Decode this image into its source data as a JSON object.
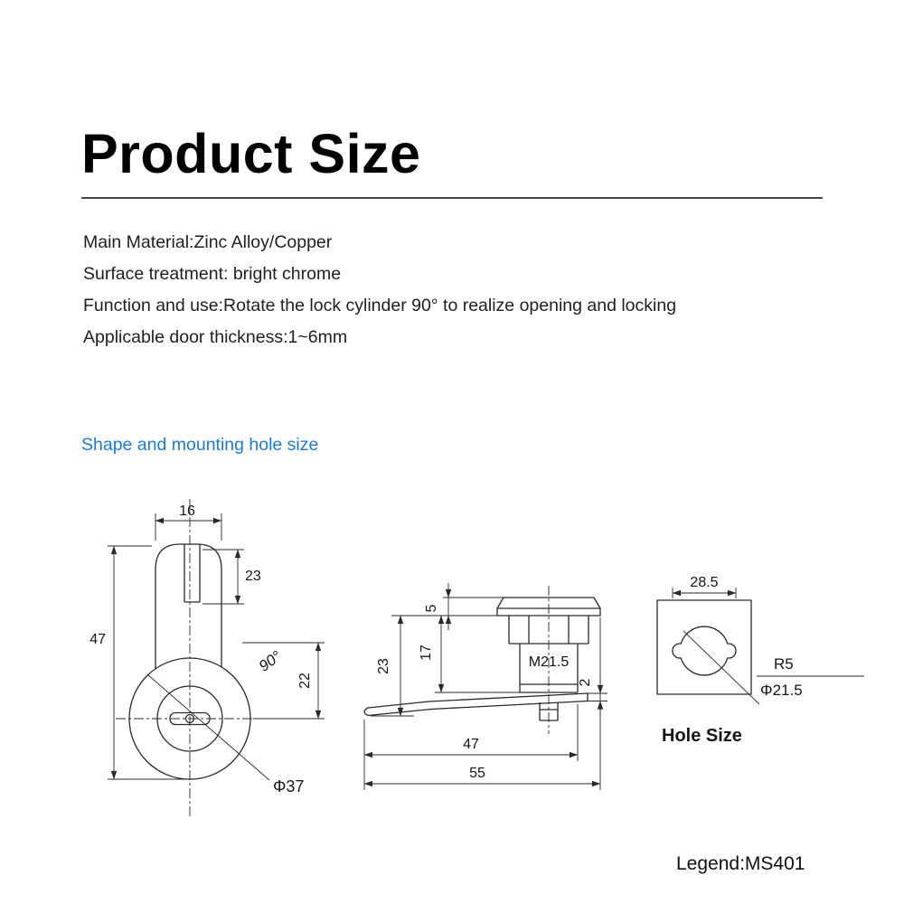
{
  "header": {
    "title": "Product Size"
  },
  "specs": {
    "material": "Main Material:Zinc Alloy/Copper",
    "surface": "Surface treatment: bright chrome",
    "function": "Function and use:Rotate the lock cylinder 90° to realize opening and locking",
    "thickness": "Applicable door thickness:1~6mm"
  },
  "section": {
    "heading": "Shape and mounting hole size"
  },
  "front_view": {
    "top_width": "16",
    "cam_height": "23",
    "total_height": "47",
    "rotation_angle": "90°",
    "center_offset": "22",
    "face_diameter": "Φ37"
  },
  "side_view": {
    "cap_height": "5",
    "head_height": "17",
    "body_depth": "23",
    "thread_spec": "M21.5",
    "cam_thickness": "2",
    "body_length": "47",
    "total_length": "55"
  },
  "hole_view": {
    "slot_width": "28.5",
    "notch_radius": "R5",
    "hole_diameter": "Φ21.5",
    "caption": "Hole Size"
  },
  "footer": {
    "legend": "Legend:MS401"
  },
  "theme": {
    "heading_blue": "#1a7cd9"
  }
}
